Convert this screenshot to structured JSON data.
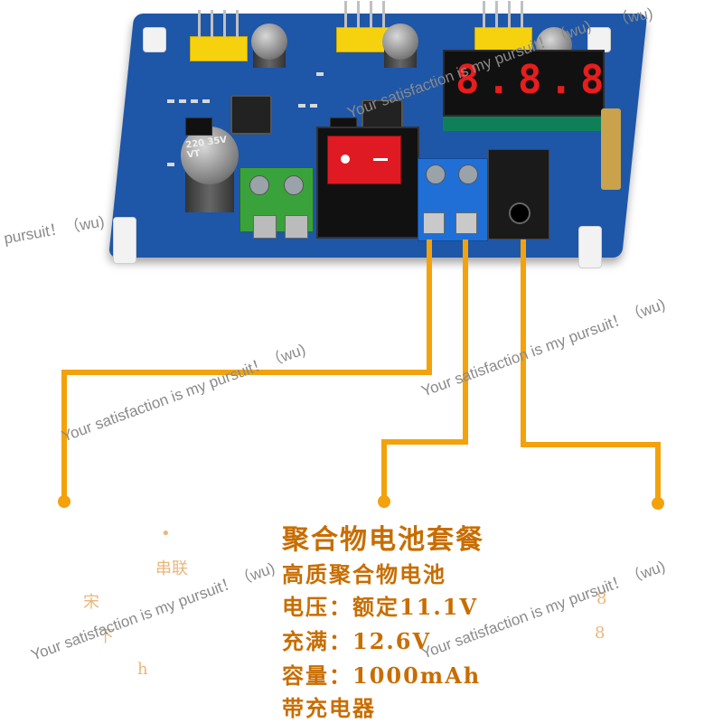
{
  "photo": {
    "display_digits": "8.8.8",
    "capacitor_label": "220 35V VT"
  },
  "battery_spec": {
    "title": "聚合物电池套餐",
    "line1": "高质聚合物电池",
    "line2": "电压：额定11.1V",
    "line3": "充满：12.6V",
    "line4": "容量：1000mAh",
    "line5": "带充电器"
  },
  "faint_text": {
    "left": [
      "串联",
      "宋",
      "下",
      "h"
    ],
    "right": [
      "8",
      "8"
    ]
  },
  "watermarks": [
    "pursuit！（wu)",
    "Your satisfaction is my pursuit！（wu)",
    "Your satisfaction is my pursuit！（wu)",
    "Your satisfaction is my pursuit！（wu)",
    "Your satisfaction is my pursuit！（wu)",
    "Your satisfaction is my pursuit！（wu)",
    "（wu)"
  ],
  "colors": {
    "pcb": "#1e56a8",
    "callout": "#f3a20c",
    "spec_text": "#c86d00",
    "segment": "#e81d1d"
  }
}
